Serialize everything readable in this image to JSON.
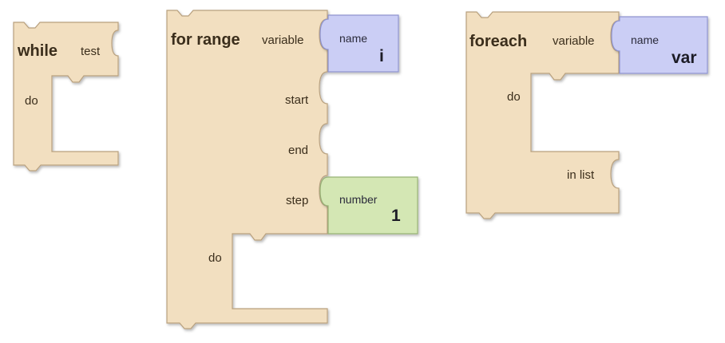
{
  "colors": {
    "control_fill": "#f2dfc0",
    "control_stroke": "#b8a07e",
    "variable_fill": "#cbcef5",
    "variable_stroke": "#8f94cf",
    "number_fill": "#d4e7b4",
    "number_stroke": "#98b276"
  },
  "while_block": {
    "title": "while",
    "test_label": "test",
    "do_label": "do"
  },
  "for_range_block": {
    "title": "for range",
    "variable_label": "variable",
    "start_label": "start",
    "end_label": "end",
    "step_label": "step",
    "do_label": "do",
    "variable_slot": {
      "label": "name",
      "value": "i"
    },
    "step_slot": {
      "label": "number",
      "value": "1"
    }
  },
  "foreach_block": {
    "title": "foreach",
    "variable_label": "variable",
    "do_label": "do",
    "list_label": "in list",
    "variable_slot": {
      "label": "name",
      "value": "var"
    }
  }
}
